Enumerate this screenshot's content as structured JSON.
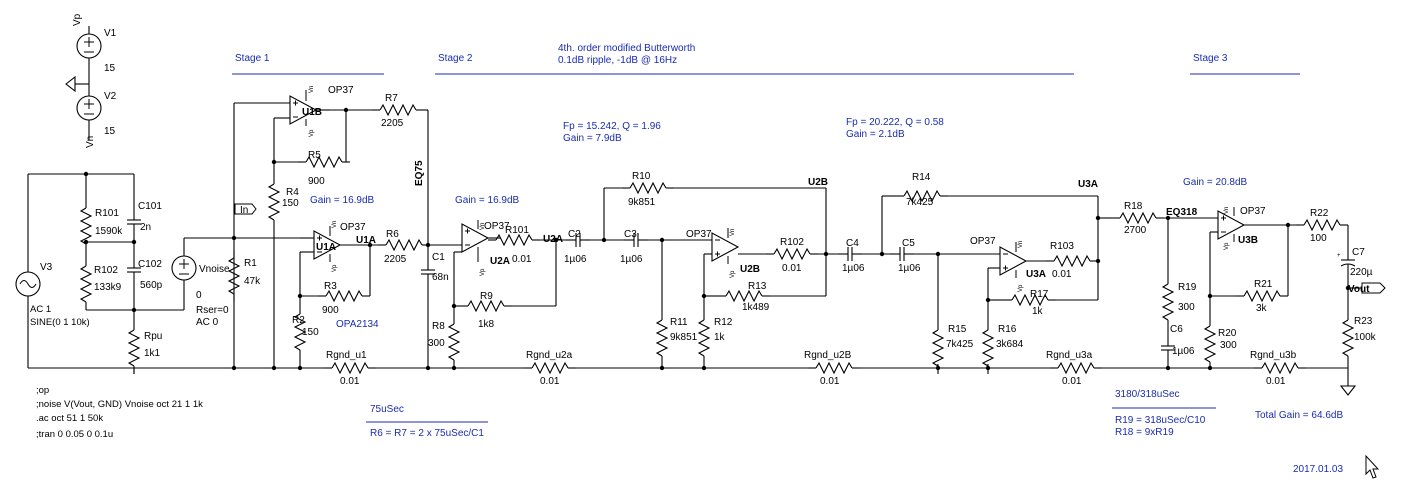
{
  "supplies": {
    "v1": {
      "name": "V1",
      "value": "15",
      "rail": "Vp"
    },
    "v2": {
      "name": "V2",
      "value": "15",
      "rail": "Vn"
    }
  },
  "notes": {
    "stage1": "Stage 1",
    "stage2": "Stage 2",
    "stage3": "Stage 3",
    "filter_title": "4th. order modified Butterworth",
    "filter_sub": "0.1dB ripple, -1dB @ 16Hz",
    "fp1": "Fp = 15.242,  Q = 1.96",
    "gain1b": "Gain = 7.9dB",
    "fp2": "Fp = 20.222,  Q = 0.58",
    "gain2b": "Gain = 2.1dB",
    "gain_s1": "Gain = 16.9dB",
    "gain_s2": "Gain = 16.9dB",
    "gain_s3": "Gain = 20.8dB",
    "t75": "75uSec",
    "r6r7": "R6 = R7 = 2 x 75uSec/C1",
    "t3180": "3180/318uSec",
    "r19": "R19 = 318uSec/C10",
    "r18": "R18 = 9xR19",
    "total": "Total Gain = 64.6dB",
    "date": "2017.01.03"
  },
  "directives": [
    ";op",
    ";noise V(Vout, GND) Vnoise oct 21 1 1k",
    ".ac oct 51 1 50k",
    ";tran 0 0.05 0 0.1u"
  ],
  "source": {
    "name": "V3",
    "ac": "AC 1",
    "sine": "SINE(0 1 10k)"
  },
  "vnoise": {
    "name": "Vnoise",
    "value": "0",
    "rser": "Rser=0",
    "ac": "AC 0"
  },
  "nets": {
    "in": "In",
    "vout": "Vout",
    "u1a": "U1A",
    "u2a": "U2A",
    "u2b": "U2B",
    "u3a": "U3A",
    "eq75": "EQ75",
    "eq318": "EQ318"
  },
  "opamps": {
    "u1b": {
      "name": "U1B",
      "model": "OP37"
    },
    "u1a": {
      "name": "U1A",
      "model": "OP37",
      "alt": "OPA2134"
    },
    "u2a": {
      "name": "U2A",
      "model": "OP37"
    },
    "u2b": {
      "name": "U2B",
      "model": "OP37"
    },
    "u3a": {
      "name": "U3A",
      "model": "OP37"
    },
    "u3b": {
      "name": "U3B",
      "model": "OP37"
    },
    "vp": "Vp",
    "vn": "Vn"
  },
  "parts": {
    "r101": {
      "name": "R101",
      "value": "1590k"
    },
    "c101": {
      "name": "C101",
      "value": "2n"
    },
    "r102": {
      "name": "R102",
      "value": "133k9"
    },
    "c102": {
      "name": "C102",
      "value": "560p"
    },
    "rpu": {
      "name": "Rpu",
      "value": "1k1"
    },
    "r1": {
      "name": "R1",
      "value": "47k"
    },
    "r4": {
      "name": "R4",
      "value": "150"
    },
    "r5": {
      "name": "R5",
      "value": "900"
    },
    "r7": {
      "name": "R7",
      "value": "2205"
    },
    "r6": {
      "name": "R6",
      "value": "2205"
    },
    "r3": {
      "name": "R3",
      "value": "900"
    },
    "r2": {
      "name": "R2",
      "value": "150"
    },
    "c1": {
      "name": "C1",
      "value": "68n"
    },
    "r8": {
      "name": "R8",
      "value": "300"
    },
    "r9": {
      "name": "R9",
      "value": "1k8"
    },
    "r101b": {
      "name": "R101",
      "value": "0.01"
    },
    "c2": {
      "name": "C2",
      "value": "1µ06"
    },
    "c3": {
      "name": "C3",
      "value": "1µ06"
    },
    "r10": {
      "name": "R10",
      "value": "9k851"
    },
    "r11": {
      "name": "R11",
      "value": "9k851"
    },
    "r12": {
      "name": "R12",
      "value": "1k"
    },
    "r13": {
      "name": "R13",
      "value": "1k489"
    },
    "r102b": {
      "name": "R102",
      "value": "0.01"
    },
    "c4": {
      "name": "C4",
      "value": "1µ06"
    },
    "c5": {
      "name": "C5",
      "value": "1µ06"
    },
    "r14": {
      "name": "R14",
      "value": "7k425"
    },
    "r15": {
      "name": "R15",
      "value": "7k425"
    },
    "r16": {
      "name": "R16",
      "value": "3k684"
    },
    "r17": {
      "name": "R17",
      "value": "1k"
    },
    "r103": {
      "name": "R103",
      "value": "0.01"
    },
    "r18": {
      "name": "R18",
      "value": "2700"
    },
    "r19": {
      "name": "R19",
      "value": "300"
    },
    "c6": {
      "name": "C6",
      "value": "1µ06"
    },
    "r20": {
      "name": "R20",
      "value": "300"
    },
    "r21": {
      "name": "R21",
      "value": "3k"
    },
    "r22": {
      "name": "R22",
      "value": "100"
    },
    "c7": {
      "name": "C7",
      "value": "220µ"
    },
    "r23": {
      "name": "R23",
      "value": "100k"
    },
    "rg_u1": {
      "name": "Rgnd_u1",
      "value": "0.01"
    },
    "rg_u2a": {
      "name": "Rgnd_u2a",
      "value": "0.01"
    },
    "rg_u2b": {
      "name": "Rgnd_u2B",
      "value": "0.01"
    },
    "rg_u3a": {
      "name": "Rgnd_u3a",
      "value": "0.01"
    },
    "rg_u3b": {
      "name": "Rgnd_u3b",
      "value": "0.01"
    }
  }
}
